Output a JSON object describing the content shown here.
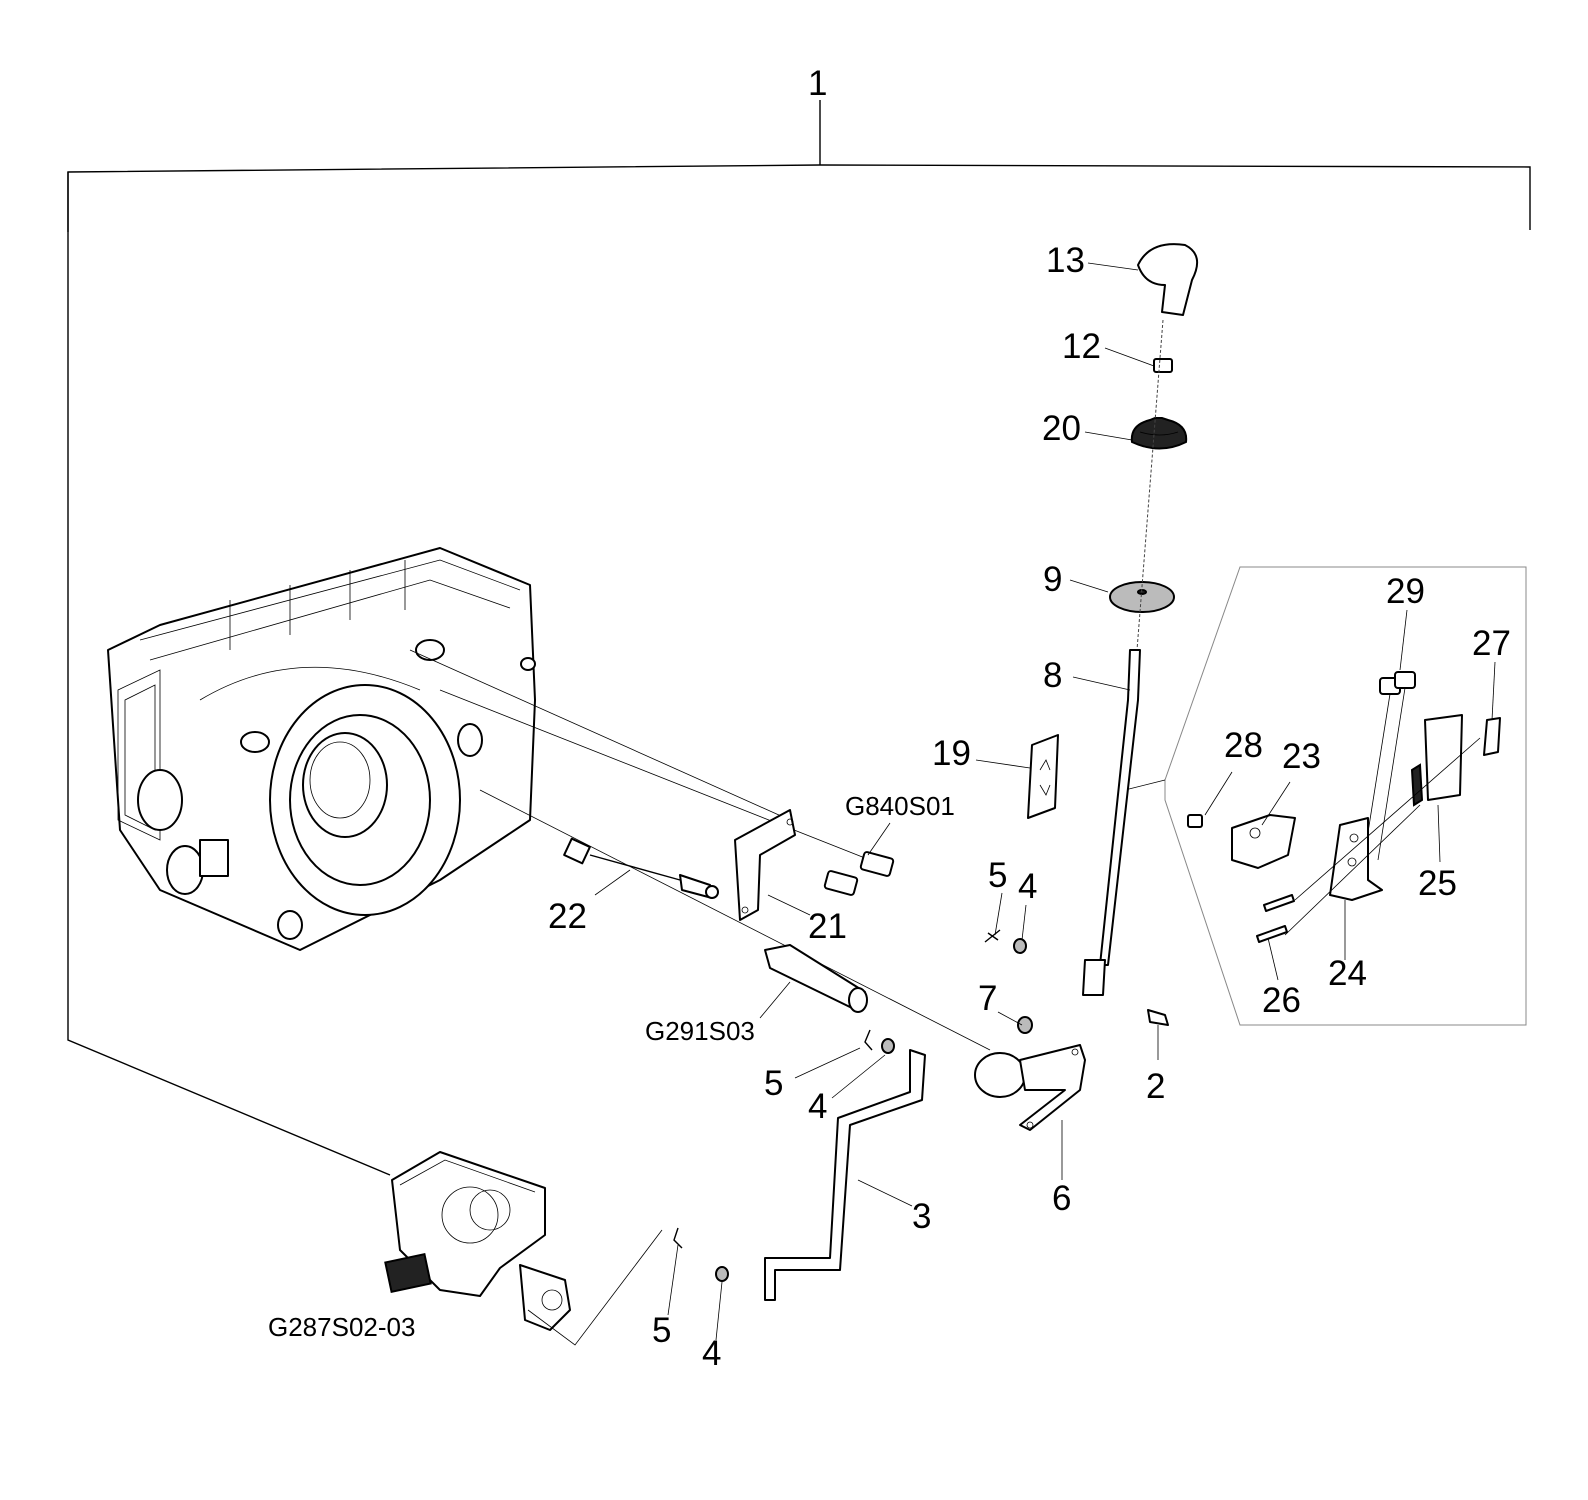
{
  "callouts": {
    "n1": "1",
    "n13": "13",
    "n12": "12",
    "n20": "20",
    "n9": "9",
    "n8": "8",
    "n19": "19",
    "g840": "G840S01",
    "n22": "22",
    "n21": "21",
    "n5a": "5",
    "n4a": "4",
    "n7": "7",
    "n2": "2",
    "g291": "G291S03",
    "n5b": "5",
    "n4b": "4",
    "n6": "6",
    "n3": "3",
    "g287": "G287S02-03",
    "n5c": "5",
    "n4c": "4",
    "n29": "29",
    "n27": "27",
    "n28": "28",
    "n23": "23",
    "n25": "25",
    "n24": "24",
    "n26": "26"
  },
  "colors": {
    "line": "#000000",
    "background": "#ffffff",
    "fill": "#ffffff"
  }
}
